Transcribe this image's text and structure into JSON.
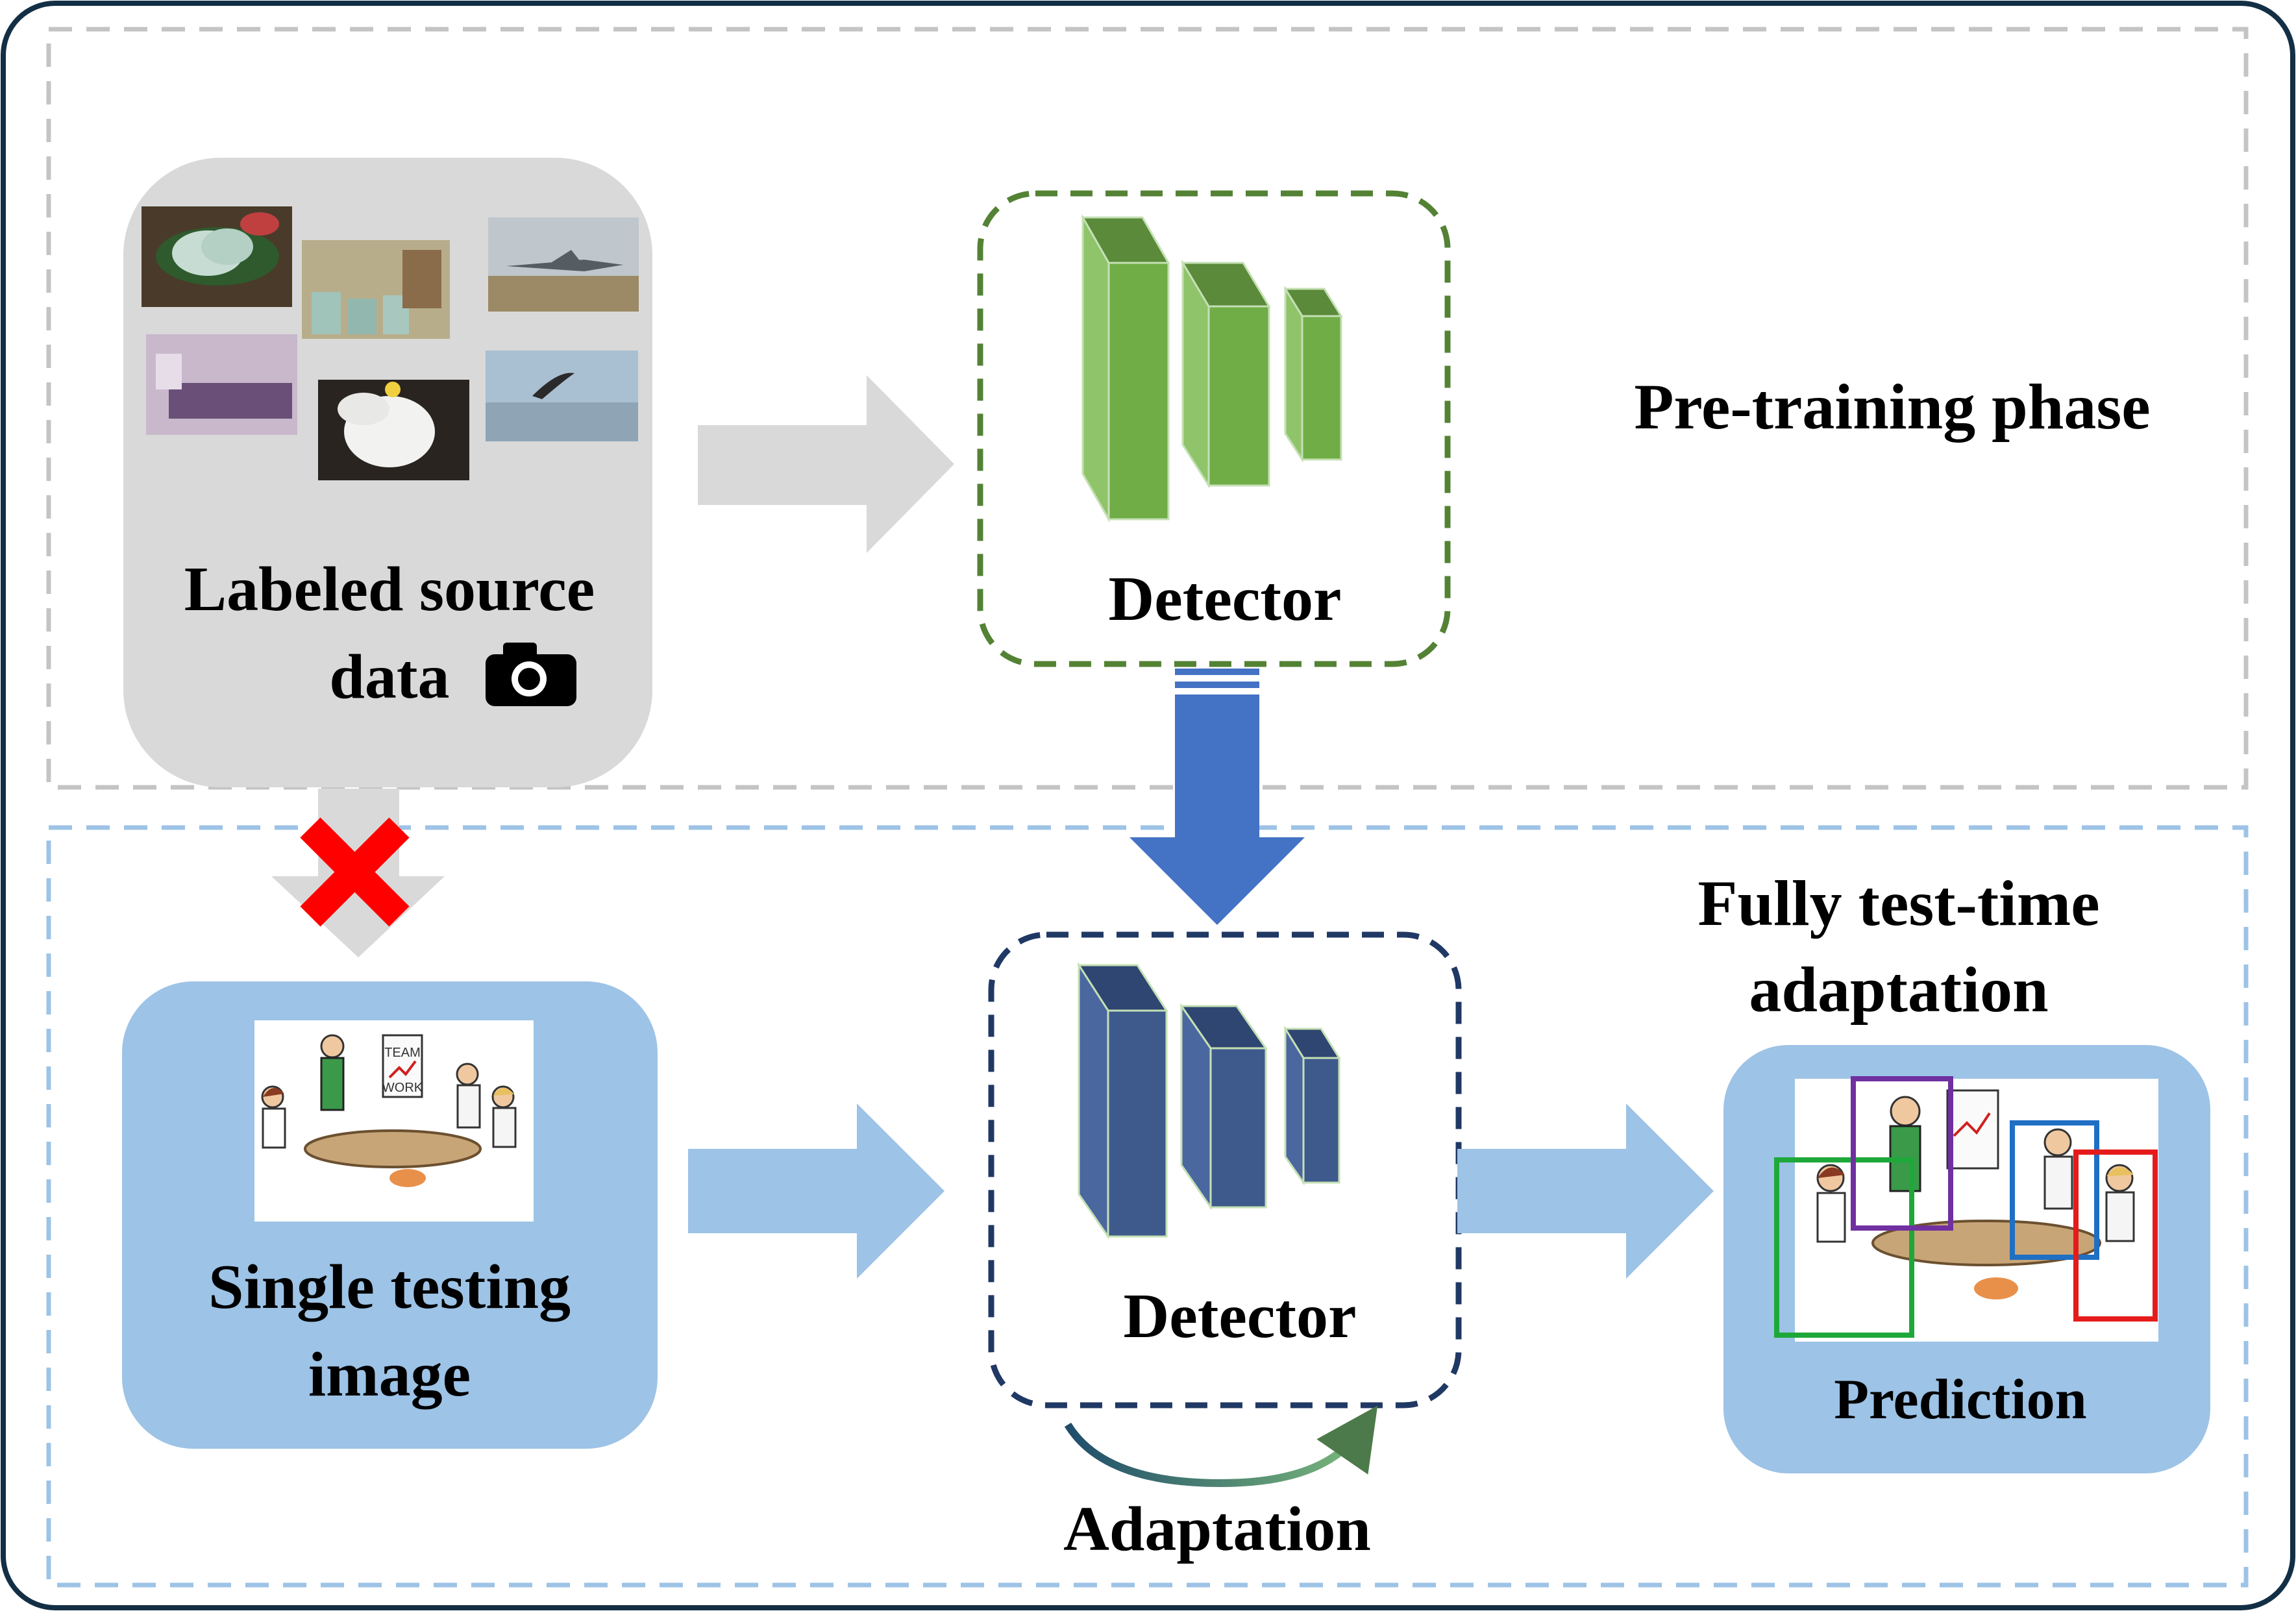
{
  "pretraining": {
    "phase_label": "Pre-training phase",
    "source_line1": "Labeled source",
    "source_line2": "data",
    "detector_label": "Detector"
  },
  "adaptation": {
    "phase_line1": "Fully test-time",
    "phase_line2": "adaptation",
    "test_line1": "Single testing",
    "test_line2": "image",
    "detector_label": "Detector",
    "loop_label": "Adaptation",
    "prediction_label": "Prediction",
    "poster_line1": "TEAM",
    "poster_line2": "WORK"
  },
  "colors": {
    "frame": "#132f45",
    "pretrain_dash": "#c4c4c4",
    "adapt_dash": "#9dc3e6",
    "source_box": "#d9d9d9",
    "light_blue_box": "#9dc3e6",
    "green_block": "#70ad47",
    "green_border": "#548235",
    "navy_block": "#3e5a8c",
    "navy_border": "#203864",
    "blue_arrow": "#4472c4",
    "cross": "#ff0000",
    "bbox_green": "#1fa83a",
    "bbox_purple": "#7030a0",
    "bbox_blue": "#1f6fc4",
    "bbox_red": "#e51b1b"
  },
  "icons": [
    "camera-icon",
    "red-cross-icon",
    "adaptation-loop-arrow-icon"
  ]
}
